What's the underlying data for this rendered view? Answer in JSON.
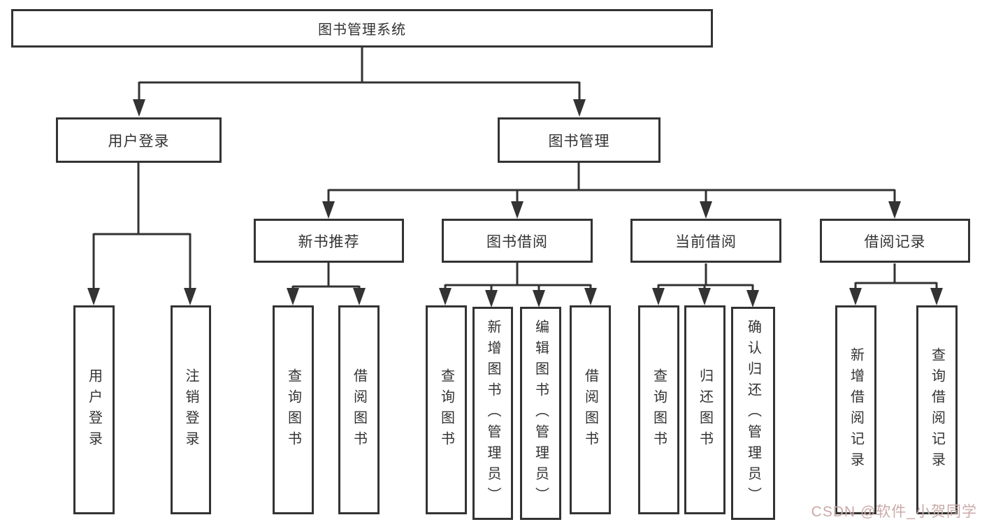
{
  "diagram": {
    "root": {
      "label": "图书管理系统"
    },
    "level2": [
      {
        "label": "用户登录"
      },
      {
        "label": "图书管理"
      }
    ],
    "level3": [
      {
        "label": "新书推荐",
        "parent": "图书管理"
      },
      {
        "label": "图书借阅",
        "parent": "图书管理"
      },
      {
        "label": "当前借阅",
        "parent": "图书管理"
      },
      {
        "label": "借阅记录",
        "parent": "图书管理"
      }
    ],
    "leaves": [
      {
        "label": "用户登录",
        "parent": "用户登录"
      },
      {
        "label": "注销登录",
        "parent": "用户登录"
      },
      {
        "label": "查询图书",
        "parent": "新书推荐"
      },
      {
        "label": "借阅图书",
        "parent": "新书推荐"
      },
      {
        "label": "查询图书",
        "parent": "图书借阅"
      },
      {
        "label": "新增图书（管理员）",
        "parent": "图书借阅"
      },
      {
        "label": "编辑图书（管理员）",
        "parent": "图书借阅"
      },
      {
        "label": "借阅图书",
        "parent": "图书借阅"
      },
      {
        "label": "查询图书",
        "parent": "当前借阅"
      },
      {
        "label": "归还图书",
        "parent": "当前借阅"
      },
      {
        "label": "确认归还（管理员）",
        "parent": "当前借阅"
      },
      {
        "label": "新增借阅记录",
        "parent": "借阅记录"
      },
      {
        "label": "查询借阅记录",
        "parent": "借阅记录"
      }
    ],
    "colors": {
      "line": "#333333",
      "box_border": "#333333",
      "box_fill": "#ffffff",
      "text": "#333333",
      "background": "#ffffff"
    }
  },
  "watermark": {
    "text": "CSDN @软件_小贺同学",
    "color": "#c9aaa8"
  }
}
